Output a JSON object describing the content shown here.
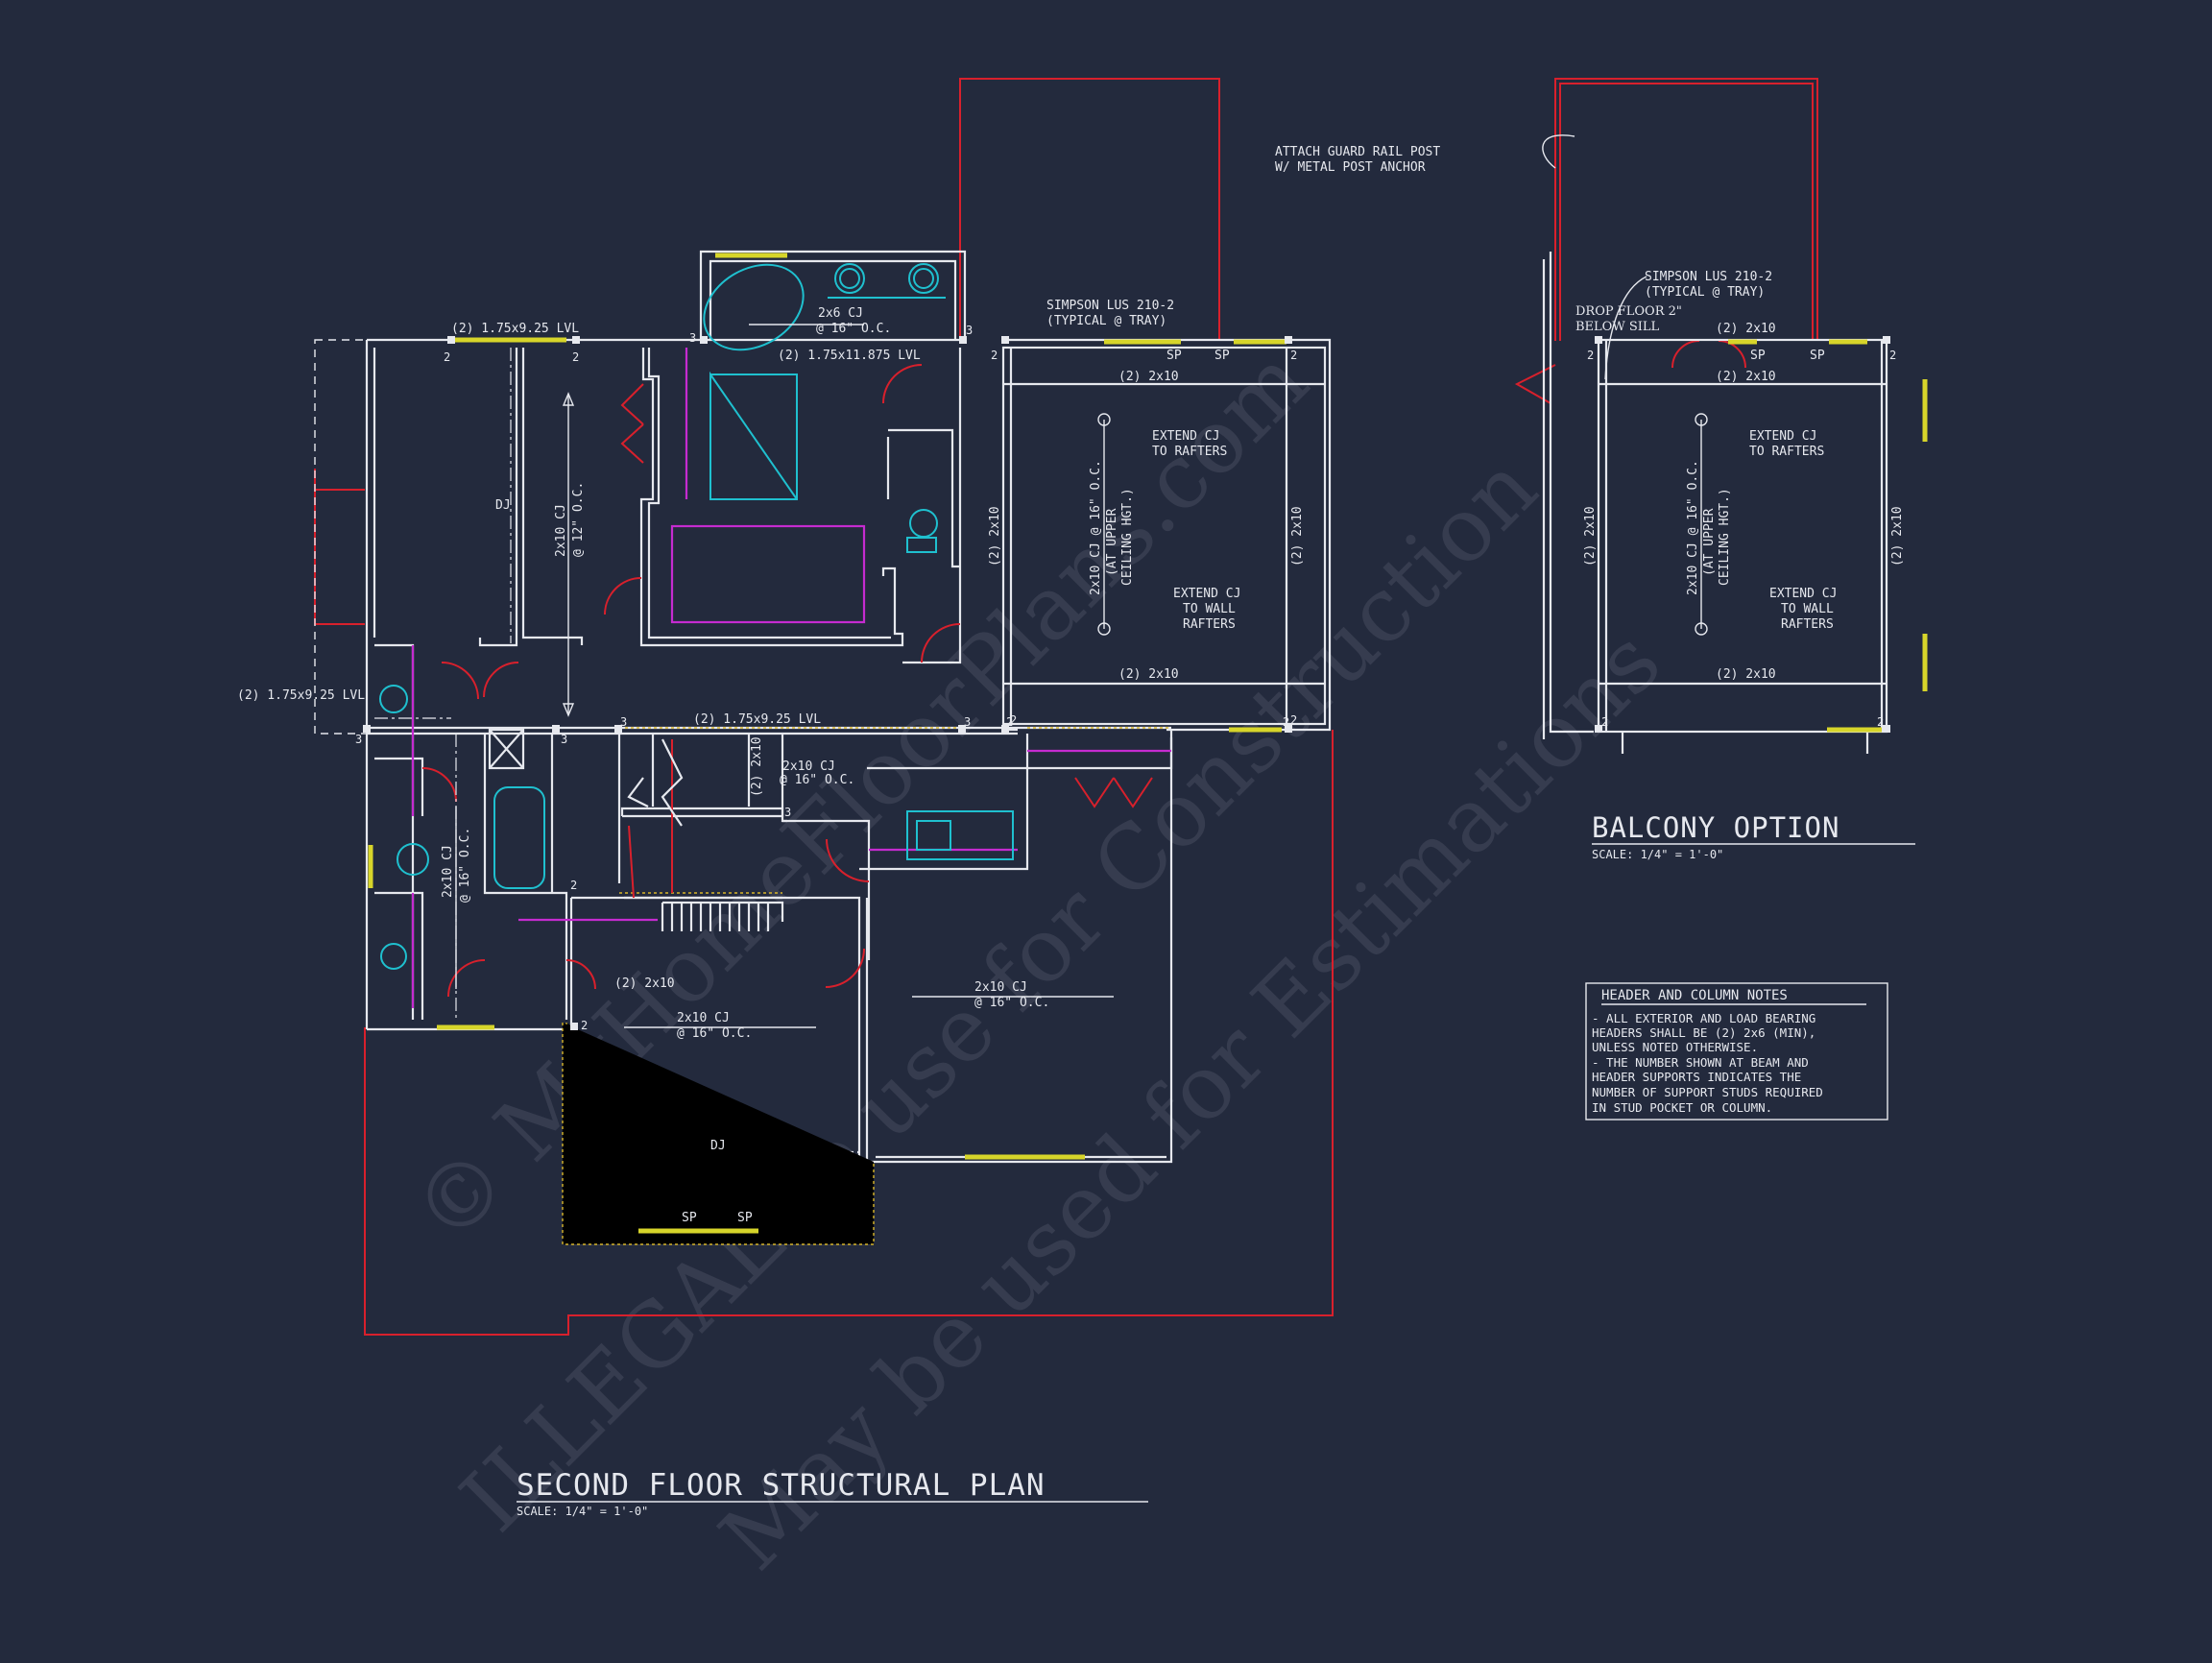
{
  "main_plan": {
    "title": "SECOND FLOOR STRUCTURAL PLAN",
    "scale": "SCALE: 1/4\" = 1'-0\"",
    "labels": {
      "lvl_top": "(2) 1.75x9.25 LVL",
      "lvl_mid": "(2) 1.75x11.875 LVL",
      "lvl_left": "(2) 1.75x9.25 LVL",
      "lvl_center": "(2) 1.75x9.25 LVL",
      "cj_2x6": "2x6 CJ",
      "cj_2x6_oc": "@ 16\" O.C.",
      "simpson": "SIMPSON LUS 210-2",
      "simpson_sub": "(TYPICAL @ TRAY)",
      "dj_left": "DJ",
      "cj_12_a": "2x10 CJ",
      "cj_12_b": "@ 12\" O.C.",
      "hdr_2x10_top": "(2) 2x10",
      "hdr_2x10_bot": "(2) 2x10",
      "hdr_2x10_left": "(2) 2x10",
      "hdr_2x10_right": "(2) 2x10",
      "sp1": "SP",
      "sp2": "SP",
      "extend_rafters_a": "EXTEND CJ",
      "extend_rafters_b": "TO RAFTERS",
      "extend_wall_a": "EXTEND  CJ",
      "extend_wall_b": "TO WALL",
      "extend_wall_c": "RAFTERS",
      "cj_tray_a": "2x10 CJ @ 16\" O.C.",
      "cj_tray_b": "(AT UPPER",
      "cj_tray_c": "CEILING HGT.)",
      "stair_cj_a": "2x10 CJ",
      "stair_cj_b": "@ 16\" O.C.",
      "stair_hdr": "(2) 2x10",
      "bath_cj_a": "2x10 CJ",
      "bath_cj_b": "@ 16\" O.C.",
      "hall_hdr": "(2) 2x10",
      "bed_cj_a": "2x10 CJ",
      "bed_cj_b": "@ 16\" O.C.",
      "big_cj_a": "2x10 CJ",
      "big_cj_b": "@ 16\" O.C.",
      "dj_bottom": "DJ",
      "sp3": "SP",
      "sp4": "SP"
    },
    "post_numbers": [
      "2",
      "2",
      "3",
      "3",
      "2",
      "2",
      "2",
      "2",
      "3",
      "3",
      "3",
      "3",
      "2",
      "2",
      "2",
      "2",
      "3"
    ]
  },
  "balcony": {
    "title": "BALCONY OPTION",
    "scale": "SCALE: 1/4\" = 1'-0\"",
    "guard_a": "ATTACH GUARD RAIL POST",
    "guard_b": "W/ METAL POST ANCHOR",
    "simpson": "SIMPSON LUS 210-2",
    "simpson_sub": "(TYPICAL @ TRAY)",
    "drop_a": "DROP FLOOR 2\"",
    "drop_b": "BELOW SILL",
    "hdr_top": "(2) 2x10",
    "hdr_beam": "(2) 2x10",
    "hdr_bot": "(2) 2x10",
    "hdr_left": "(2) 2x10",
    "hdr_right": "(2) 2x10",
    "sp1": "SP",
    "sp2": "SP",
    "extend_rafters_a": "EXTEND CJ",
    "extend_rafters_b": "TO RAFTERS",
    "extend_wall_a": "EXTEND  CJ",
    "extend_wall_b": "TO WALL",
    "extend_wall_c": "RAFTERS",
    "cj_a": "2x10 CJ @ 16\" O.C.",
    "cj_b": "(AT UPPER",
    "cj_c": "CEILING HGT.)",
    "posts": [
      "2",
      "2",
      "2",
      "2"
    ]
  },
  "notes": {
    "title": "HEADER AND COLUMN NOTES",
    "lines": [
      "- ALL EXTERIOR AND LOAD BEARING",
      "HEADERS SHALL BE (2) 2x6 (MIN),",
      "UNLESS NOTED OTHERWISE.",
      "- THE NUMBER SHOWN AT BEAM AND",
      "HEADER SUPPORTS INDICATES THE",
      "NUMBER OF SUPPORT STUDS REQUIRED",
      "IN STUD POCKET OR COLUMN."
    ]
  },
  "watermark": {
    "line1": "© MyHomeFloorPlans.com",
    "line2": "ILLEGAL to use for Construction",
    "line3": "May be used for Estimations"
  },
  "colors": {
    "background": "#232a3d",
    "linework": "#e6e8ee",
    "roof_outline": "#d8202c",
    "fixtures": "#1fc0cf",
    "soffit": "#c52bd0",
    "window": "#d7d52a"
  }
}
